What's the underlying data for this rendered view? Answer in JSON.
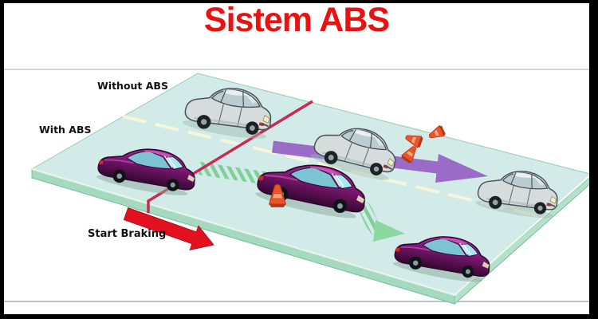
{
  "title": {
    "text": "Sistem ABS"
  },
  "labels": {
    "without_abs": "Without ABS",
    "with_abs": "With ABS",
    "start_braking": "Start Braking"
  },
  "colors": {
    "title_red": "#ea1111",
    "road_surface": "#d2ebe8",
    "road_side_front": "#a6dabe",
    "road_side_right": "#b4e2c8",
    "road_edge_dark": "#74bd9c",
    "lane_line": "#f6f6dc",
    "brake_line": "#cb2950",
    "brake_arrow_red": "#e31020",
    "skid_arrow_purple": "#9a6cc8",
    "abs_path_green": "#7fcf99",
    "abs_arrowhead_green": "#8bd8a0",
    "cone_orange": "#e8552b",
    "car_gray_body": "#d6dbdb",
    "car_purple_body": "#7c1670",
    "frame_black": "#000000",
    "separator_gray": "#c3ccd6",
    "label_black": "#111111"
  }
}
